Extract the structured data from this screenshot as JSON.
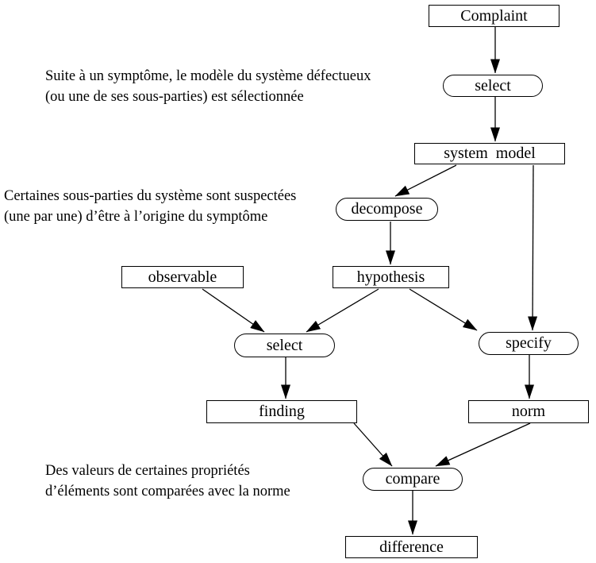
{
  "diagram": {
    "title_hint": "diagnostic reasoning flowchart",
    "colors": {
      "background": "#ffffff",
      "stroke": "#000000",
      "text": "#000000",
      "node_fill": "#ffffff"
    },
    "nodes": {
      "complaint": {
        "label": "Complaint",
        "shape": "rect"
      },
      "select_top": {
        "label": "select",
        "shape": "stadium"
      },
      "system_model": {
        "label": "system  model",
        "shape": "rect"
      },
      "decompose": {
        "label": "decompose",
        "shape": "stadium"
      },
      "hypothesis": {
        "label": "hypothesis",
        "shape": "rect"
      },
      "observable": {
        "label": "observable",
        "shape": "rect"
      },
      "select_mid": {
        "label": "select",
        "shape": "stadium"
      },
      "specify": {
        "label": "specify",
        "shape": "stadium"
      },
      "finding": {
        "label": "finding",
        "shape": "rect"
      },
      "norm": {
        "label": "norm",
        "shape": "rect"
      },
      "compare": {
        "label": "compare",
        "shape": "stadium"
      },
      "difference": {
        "label": "difference",
        "shape": "rect"
      }
    },
    "edges": [
      {
        "from": "complaint",
        "to": "select_top"
      },
      {
        "from": "select_top",
        "to": "system_model"
      },
      {
        "from": "system_model",
        "to": "decompose"
      },
      {
        "from": "decompose",
        "to": "hypothesis"
      },
      {
        "from": "observable",
        "to": "select_mid"
      },
      {
        "from": "hypothesis",
        "to": "select_mid"
      },
      {
        "from": "hypothesis",
        "to": "specify"
      },
      {
        "from": "system_model",
        "to": "specify"
      },
      {
        "from": "select_mid",
        "to": "finding"
      },
      {
        "from": "specify",
        "to": "norm"
      },
      {
        "from": "finding",
        "to": "compare"
      },
      {
        "from": "norm",
        "to": "compare"
      },
      {
        "from": "compare",
        "to": "difference"
      }
    ],
    "annotations": {
      "note1": {
        "line1": "Suite à un symptôme, le modèle du système défectueux",
        "line2": "(ou une de ses sous-parties) est sélectionnée"
      },
      "note2": {
        "line1": "Certaines sous-parties du système sont suspectées",
        "line2": "(une par une) d’être à l’origine du symptôme"
      },
      "note3": {
        "line1": "Des valeurs de certaines propriétés",
        "line2": "d’éléments sont comparées avec la norme"
      }
    }
  }
}
